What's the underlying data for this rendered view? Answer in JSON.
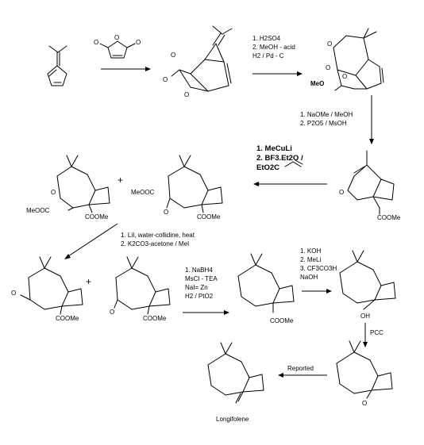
{
  "steps": {
    "diels_alder": {
      "reagents": [
        "1. H2SO4",
        "2. MeOH - acid",
        "H2 / Pd - C"
      ]
    },
    "cyclization": {
      "reagents": [
        "1. NaOMe / MeOH",
        "2. P2O5 / MsOH"
      ]
    },
    "cuprate": {
      "reagents": [
        "1. MeCuLi",
        "2. BF3.Et2O /",
        "EtO2C"
      ]
    },
    "decarboxylation": {
      "reagents": [
        "1. LiI, water-collidine, heat",
        "2. K2CO3-acetone / MeI"
      ]
    },
    "reduction": {
      "reagents": [
        "1. NaBH4",
        "MsCl - TEA",
        "NaI= Zn",
        "H2 / PtO2"
      ]
    },
    "methyl_addition": {
      "reagents": [
        "1. KOH",
        "2. MeLi",
        "3. CF3CO3H",
        "NaOH"
      ]
    },
    "oxidation": {
      "reagents": [
        "PCC"
      ]
    },
    "final": {
      "reagents": [
        "Reported"
      ]
    }
  },
  "labels": {
    "meo_ester": "MeO",
    "coome": "COOMe",
    "meooc": "MeOOC",
    "meooc_left": "MeOOC",
    "o": "O",
    "oh": "OH",
    "plus": "+",
    "product_name": "Longifolene"
  },
  "colors": {
    "ink": "#000000",
    "background": "#ffffff"
  }
}
